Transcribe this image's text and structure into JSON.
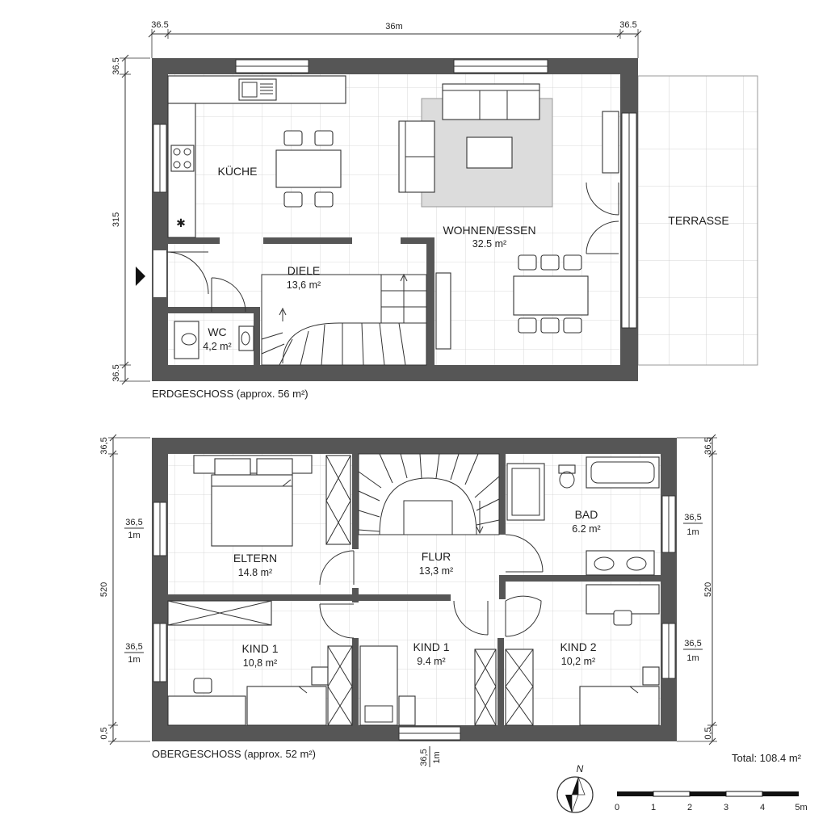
{
  "ground_floor": {
    "caption": "ERDGESCHOSS (approx. 56 m²)",
    "rooms": [
      {
        "name": "KÜCHE",
        "area": ""
      },
      {
        "name": "WOHNEN/ESSEN",
        "area": "32.5 m²"
      },
      {
        "name": "DIELE",
        "area": "13,6 m²"
      },
      {
        "name": "WC",
        "area": "4,2 m²"
      },
      {
        "name": "TERRASSE",
        "area": ""
      }
    ],
    "dimensions": {
      "top_left": "36.5",
      "top_mid": "36m",
      "top_right": "36.5",
      "left_top": "36.5",
      "left_mid": "315",
      "left_bottom": "36.5"
    }
  },
  "upper_floor": {
    "caption": "OBERGESCHOSS (approx. 52 m²)",
    "rooms": [
      {
        "name": "ELTERN",
        "area": "14.8 m²"
      },
      {
        "name": "FLUR",
        "area": "13,3 m²"
      },
      {
        "name": "BAD",
        "area": "6.2 m²"
      },
      {
        "name": "KIND 1",
        "area": "10,8 m²"
      },
      {
        "name": "KIND 1",
        "area": "9.4 m²"
      },
      {
        "name": "KIND 2",
        "area": "10,2 m²"
      }
    ],
    "dimensions": {
      "left_top": "36,5",
      "left_mid": "520",
      "left_bottom": "0,5",
      "right_top": "36,5",
      "right_mid": "520",
      "right_bottom": "0,5",
      "window_top": "36,5",
      "window_bottom": "1m",
      "bottom_window_top": "36,5",
      "bottom_window_bottom": "1m"
    }
  },
  "total": "Total: 108.4 m²",
  "north_label": "N",
  "scale_labels": [
    "0",
    "1",
    "2",
    "3",
    "4",
    "5m"
  ],
  "colors": {
    "wall": "#565656",
    "carpet": "#dcdcdc",
    "grid": "#c9c9c9"
  }
}
